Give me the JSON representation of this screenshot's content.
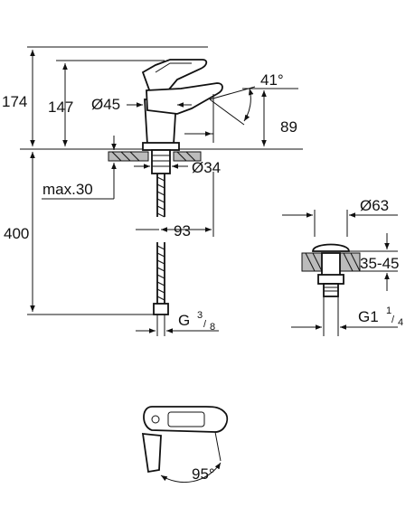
{
  "colors": {
    "line": "#111111",
    "background": "#ffffff"
  },
  "faucet_side": {
    "height_total": "174",
    "height_spout": "147",
    "diameter_spout": "Ø45",
    "handle_angle": "41°",
    "spout_reach": "89",
    "deck_hole_diameter": "Ø34",
    "deck_thickness": "max.30",
    "hose_offset": "93",
    "hose_length": "400",
    "connection_thread_prefix": "G",
    "connection_thread_num": "3",
    "connection_thread_den": "8"
  },
  "drain": {
    "diameter": "Ø63",
    "height": "35-45",
    "thread_prefix": "G1",
    "thread_num": "1",
    "thread_den": "4"
  },
  "top_view": {
    "swivel_angle": "95°"
  }
}
